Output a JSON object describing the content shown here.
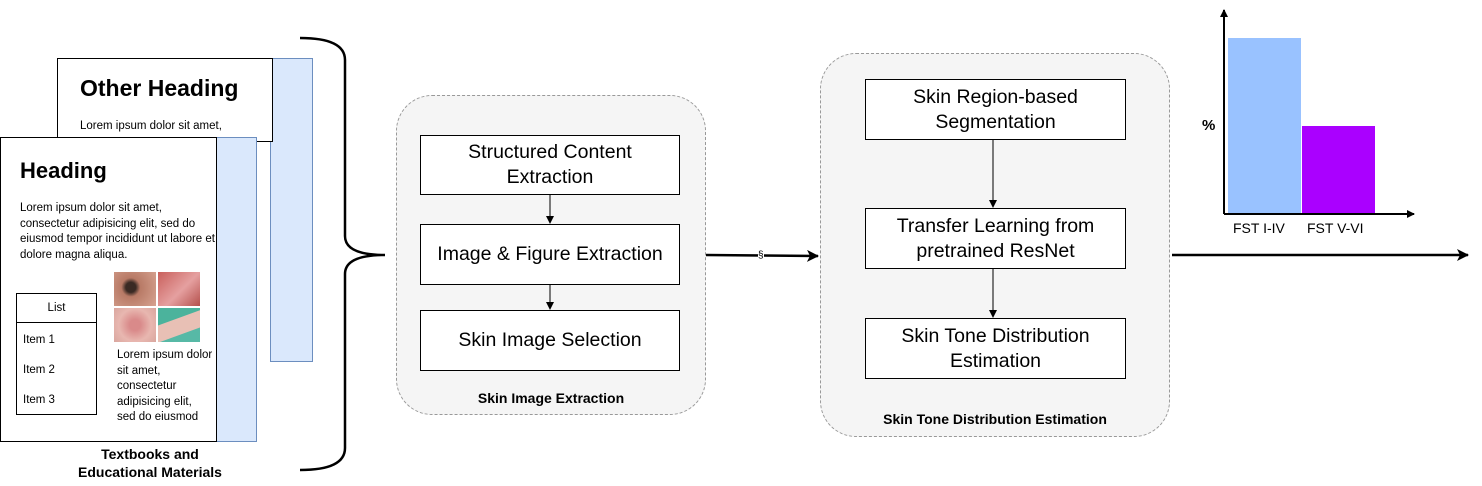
{
  "documents": {
    "back": {
      "heading": "Other Heading",
      "text": "Lorem ipsum dolor sit amet,"
    },
    "front": {
      "heading": "Heading",
      "text": "Lorem ipsum dolor sit amet, consectetur adipisicing elit, sed do eiusmod tempor incididunt ut labore et dolore magna aliqua.",
      "list": {
        "title": "List",
        "items": [
          "Item 1",
          "Item 2",
          "Item 3"
        ]
      },
      "side_text": "Lorem ipsum dolor sit amet, consectetur adipisicing elit, sed do eiusmod"
    },
    "caption_line1": "Textbooks and",
    "caption_line2": "Educational Materials"
  },
  "skin_image_extraction": {
    "label": "Skin Image Extraction",
    "steps": [
      "Structured Content Extraction",
      "Image & Figure Extraction",
      "Skin Image Selection"
    ]
  },
  "connector_symbol": "§",
  "skin_tone_estimation": {
    "label": "Skin Tone Distribution Estimation",
    "steps": [
      "Skin Region-based Segmentation",
      "Transfer Learning from pretrained ResNet",
      "Skin Tone Distribution Estimation"
    ]
  },
  "colors": {
    "doc_shadow": "#dae8fc",
    "group_bg": "#f5f5f5",
    "bar_fst_1_4": "#99c2ff",
    "bar_fst_5_6": "#aa00ff"
  },
  "chart_data": {
    "type": "bar",
    "categories": [
      "FST I-IV",
      "FST V-VI"
    ],
    "values": [
      0.8,
      0.4
    ],
    "ylabel": "%",
    "xlabel": ""
  }
}
